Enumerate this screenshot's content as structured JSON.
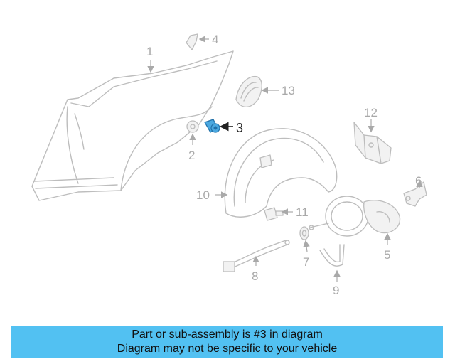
{
  "diagram": {
    "callouts": {
      "c1": "1",
      "c2": "2",
      "c3": "3",
      "c4": "4",
      "c5": "5",
      "c6": "6",
      "c7": "7",
      "c8": "8",
      "c9": "9",
      "c10": "10",
      "c11": "11",
      "c12": "12",
      "c13": "13"
    },
    "highlighted_part": "3",
    "colors": {
      "highlight": "#4aa8e0",
      "line_art": "#bdbdbd",
      "banner": "#52c1f2"
    }
  },
  "banner": {
    "line1": "Part or sub-assembly is #3 in diagram",
    "line2": "Diagram may not be specific to your vehicle"
  }
}
